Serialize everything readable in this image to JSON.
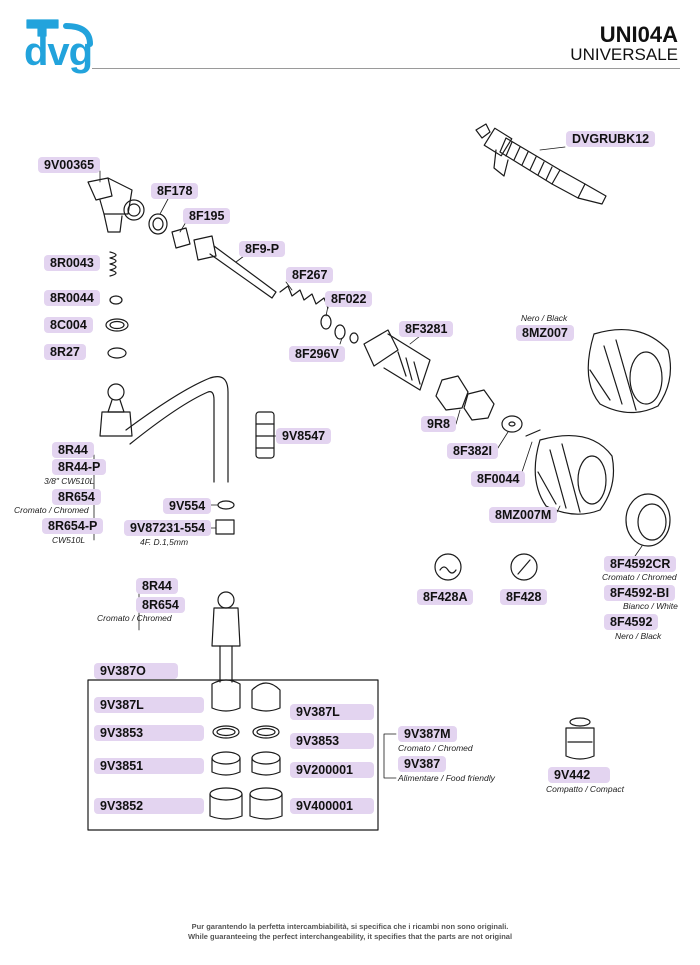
{
  "header": {
    "logo": "dvg",
    "model": "UNI04A",
    "subtitle": "UNIVERSALE",
    "brand_color": "#22a3dc"
  },
  "label_color": "#e3d4f0",
  "parts": {
    "p9V00365": "9V00365",
    "p8F178": "8F178",
    "p8F195": "8F195",
    "p8F9P": "8F9-P",
    "p8R0043": "8R0043",
    "p8F267": "8F267",
    "p8R0044": "8R0044",
    "p8F022": "8F022",
    "p8C004": "8C004",
    "p8F3281": "8F3281",
    "p8R27": "8R27",
    "p8F296V": "8F296V",
    "pDVGRUBK12": "DVGRUBK12",
    "p8MZ007": "8MZ007",
    "p9V8547": "9V8547",
    "p9R8": "9R8",
    "p8F382I": "8F382I",
    "p8R44a": "8R44",
    "p8R44P": "8R44-P",
    "p8R654a": "8R654",
    "p8R654P": "8R654-P",
    "p8F0044": "8F0044",
    "p9V554": "9V554",
    "p9V87231": "9V87231-554",
    "p8MZ007M": "8MZ007M",
    "p8F4592CR": "8F4592CR",
    "p8F428A": "8F428A",
    "p8F428": "8F428",
    "p8F4592BI": "8F4592-BI",
    "p8F4592": "8F4592",
    "p8R44b": "8R44",
    "p8R654b": "8R654",
    "p9V387O": "9V387O",
    "p9V387La": "9V387L",
    "p9V387Lb": "9V387L",
    "p9V3853a": "9V3853",
    "p9V3853b": "9V3853",
    "p9V387M": "9V387M",
    "p9V3851": "9V3851",
    "p9V200001": "9V200001",
    "p9V387": "9V387",
    "p9V442": "9V442",
    "p9V3852": "9V3852",
    "p9V400001": "9V400001"
  },
  "captions": {
    "nero_black": "Nero / Black",
    "cw510l_38": "3/8\" CW510L",
    "cromato_1": "Cromato / Chromed",
    "cw510l": "CW510L",
    "thread": "4F. D.1,5mm",
    "cromato_cr": "Cromato / Chromed",
    "bianco": "Bianco / White",
    "nero_2": "Nero / Black",
    "cromato_2": "Cromato / Chromed",
    "cromato_3": "Cromato / Chromed",
    "food": "Alimentare / Food friendly",
    "compact": "Compatto / Compact"
  },
  "footer": {
    "line1": "Pur garantendo la perfetta intercambiabilità, si specifica che i ricambi non sono originali.",
    "line2": "While guaranteeing the perfect interchangeability, it specifies that the parts are not original"
  }
}
